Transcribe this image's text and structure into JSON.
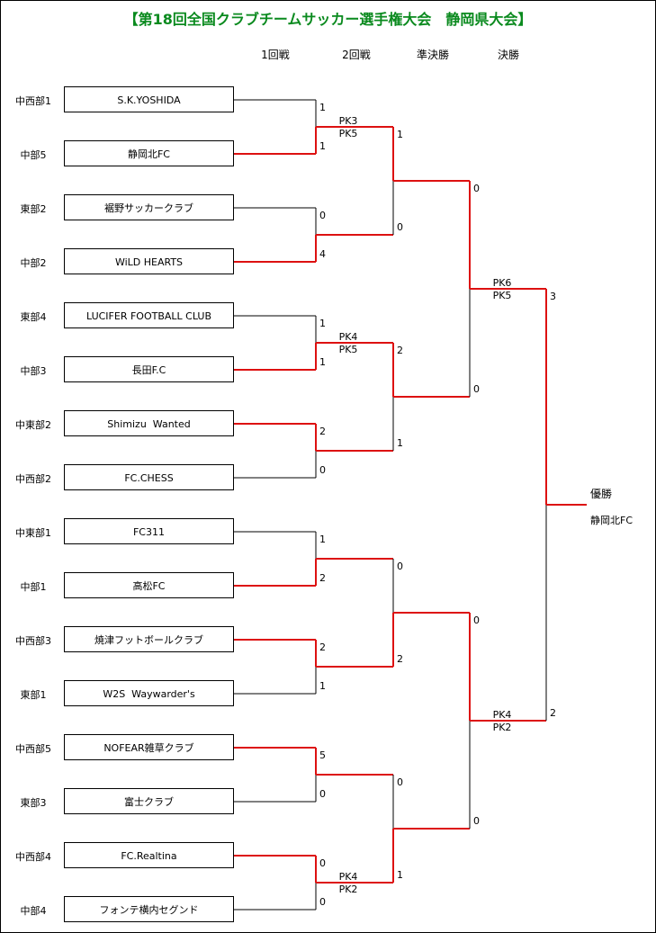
{
  "title": "【第18回全国クラブチームサッカー選手権大会　静岡県大会】",
  "rounds": [
    "1回戦",
    "2回戦",
    "準決勝",
    "決勝"
  ],
  "colors": {
    "winner_line": "#dd1111",
    "loser_line": "#000000",
    "title": "#0a8a1e"
  },
  "teams": [
    {
      "region": "中西部1",
      "name": "S.K.YOSHIDA"
    },
    {
      "region": "中部5",
      "name": "静岡北FC"
    },
    {
      "region": "東部2",
      "name": "裾野サッカークラブ"
    },
    {
      "region": "中部2",
      "name": "WiLD HEARTS"
    },
    {
      "region": "東部4",
      "name": "LUCIFER FOOTBALL CLUB"
    },
    {
      "region": "中部3",
      "name": "長田F.C"
    },
    {
      "region": "中東部2",
      "name": "Shimizu  Wanted"
    },
    {
      "region": "中西部2",
      "name": "FC.CHESS"
    },
    {
      "region": "中東部1",
      "name": "FC311"
    },
    {
      "region": "中部1",
      "name": "高松FC"
    },
    {
      "region": "中西部3",
      "name": "焼津フットボールクラブ"
    },
    {
      "region": "東部1",
      "name": "W2S  Waywarder's"
    },
    {
      "region": "中西部5",
      "name": "NOFEAR雑草クラブ"
    },
    {
      "region": "東部3",
      "name": "富士クラブ"
    },
    {
      "region": "中西部4",
      "name": "FC.Realtina"
    },
    {
      "region": "中部4",
      "name": "フォンテ横内セグンド"
    }
  ],
  "round1": [
    {
      "scores": [
        "1",
        "1"
      ],
      "winner": 1,
      "pk": [
        "PK3",
        "PK5"
      ]
    },
    {
      "scores": [
        "0",
        "4"
      ],
      "winner": 1,
      "pk": null
    },
    {
      "scores": [
        "1",
        "1"
      ],
      "winner": 1,
      "pk": [
        "PK4",
        "PK5"
      ]
    },
    {
      "scores": [
        "2",
        "0"
      ],
      "winner": 0,
      "pk": null
    },
    {
      "scores": [
        "1",
        "2"
      ],
      "winner": 1,
      "pk": null
    },
    {
      "scores": [
        "2",
        "1"
      ],
      "winner": 0,
      "pk": null
    },
    {
      "scores": [
        "5",
        "0"
      ],
      "winner": 0,
      "pk": null
    },
    {
      "scores": [
        "0",
        "0"
      ],
      "winner": 0,
      "pk": [
        "PK4",
        "PK2"
      ]
    }
  ],
  "round2": [
    {
      "scores": [
        "1",
        "0"
      ],
      "winner": 0,
      "pk": null
    },
    {
      "scores": [
        "2",
        "1"
      ],
      "winner": 0,
      "pk": null
    },
    {
      "scores": [
        "0",
        "2"
      ],
      "winner": 1,
      "pk": null
    },
    {
      "scores": [
        "0",
        "1"
      ],
      "winner": 1,
      "pk": null
    }
  ],
  "semifinal": [
    {
      "scores": [
        "0",
        "0"
      ],
      "winner": 0,
      "pk": [
        "PK6",
        "PK5"
      ]
    },
    {
      "scores": [
        "0",
        "0"
      ],
      "winner": 0,
      "pk": [
        "PK4",
        "PK2"
      ]
    }
  ],
  "final": {
    "scores": [
      "3",
      "2"
    ],
    "winner": 0,
    "pk": null
  },
  "champion": {
    "label": "優勝",
    "name": "静岡北FC"
  }
}
